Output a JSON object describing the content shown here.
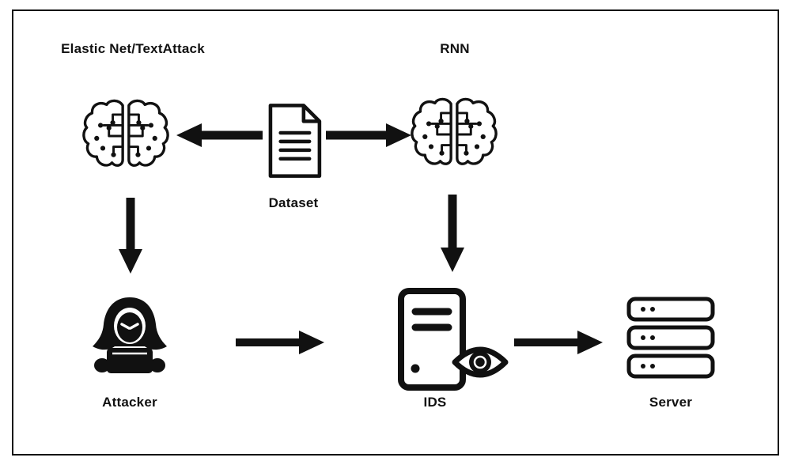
{
  "diagram": {
    "type": "flow-diagram",
    "background": "#ffffff",
    "stroke_color": "#111111",
    "nodes": {
      "attack_model": {
        "label": "Elastic Net/TextAttack",
        "icon": "ai-brain-circuit-icon"
      },
      "rnn": {
        "label": "RNN",
        "icon": "ai-brain-circuit-icon"
      },
      "dataset": {
        "label": "Dataset",
        "icon": "document-icon"
      },
      "attacker": {
        "label": "Attacker",
        "icon": "hooded-hacker-icon"
      },
      "ids": {
        "label": "IDS",
        "icon": "computer-tower-eye-icon"
      },
      "server": {
        "label": "Server",
        "icon": "server-stack-icon"
      }
    },
    "edges": [
      {
        "from": "dataset",
        "to": "attack_model",
        "direction": "left"
      },
      {
        "from": "dataset",
        "to": "rnn",
        "direction": "right"
      },
      {
        "from": "attack_model",
        "to": "attacker",
        "direction": "down"
      },
      {
        "from": "rnn",
        "to": "ids",
        "direction": "down"
      },
      {
        "from": "attacker",
        "to": "ids",
        "direction": "right"
      },
      {
        "from": "ids",
        "to": "server",
        "direction": "right"
      }
    ]
  }
}
